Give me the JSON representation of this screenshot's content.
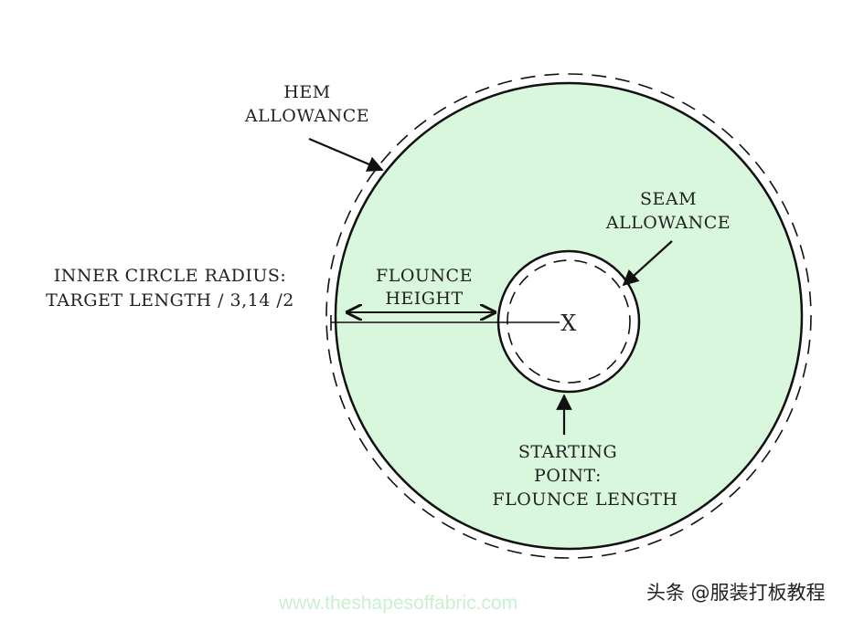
{
  "labels": {
    "hem_allowance": [
      "HEM",
      "ALLOWANCE"
    ],
    "seam_allowance": [
      "SEAM",
      "ALLOWANCE"
    ],
    "inner_radius": [
      "INNER CIRCLE RADIUS:",
      "TARGET LENGTH / 3,14 /2"
    ],
    "flounce_height": [
      "FLOUNCE",
      "HEIGHT"
    ],
    "starting_point": [
      "STARTING",
      "POINT:",
      "FLOUNCE LENGTH"
    ],
    "center_mark": "X"
  },
  "watermark": {
    "url": "www.theshapesoffabric.com",
    "credit": "头条 @服装打板教程"
  },
  "colors": {
    "fill": "#d9f7dc",
    "stroke": "#111111",
    "watermark": "#c9f0cf"
  }
}
